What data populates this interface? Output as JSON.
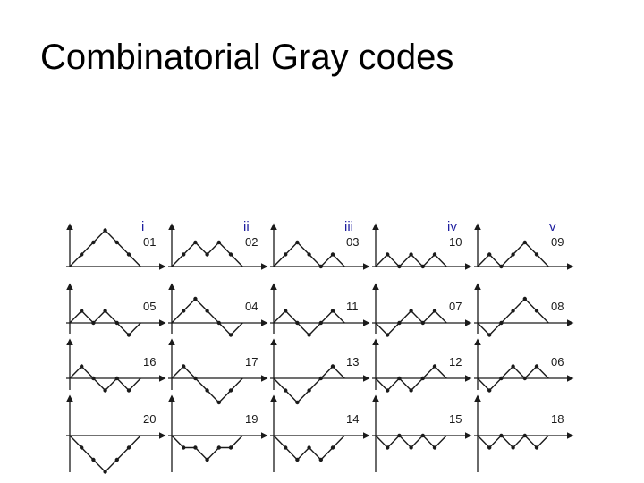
{
  "slide": {
    "title": "Combinatorial Gray codes"
  },
  "colors": {
    "column_label": "#1f1f9f",
    "ink": "#1a1a1a"
  },
  "columns": [
    {
      "label": "i",
      "cells": [
        {
          "id": "01",
          "path": [
            0,
            1,
            2,
            3,
            2,
            1,
            0
          ]
        },
        {
          "id": "05",
          "path": [
            0,
            1,
            0,
            1,
            0,
            -1,
            0
          ]
        },
        {
          "id": "16",
          "path": [
            0,
            1,
            0,
            -1,
            0,
            -1,
            0
          ]
        },
        {
          "id": "20",
          "path": [
            0,
            -1,
            -2,
            -3,
            -2,
            -1,
            0
          ]
        }
      ]
    },
    {
      "label": "ii",
      "cells": [
        {
          "id": "02",
          "path": [
            0,
            1,
            2,
            1,
            2,
            1,
            0
          ]
        },
        {
          "id": "04",
          "path": [
            0,
            1,
            2,
            1,
            0,
            -1,
            0
          ]
        },
        {
          "id": "17",
          "path": [
            0,
            1,
            0,
            -1,
            -2,
            -1,
            0
          ]
        },
        {
          "id": "19",
          "path": [
            0,
            -1,
            -1,
            -2,
            -1,
            -1,
            0
          ]
        }
      ]
    },
    {
      "label": "iii",
      "cells": [
        {
          "id": "03",
          "path": [
            0,
            1,
            2,
            1,
            0,
            1,
            0
          ]
        },
        {
          "id": "11",
          "path": [
            0,
            1,
            0,
            -1,
            0,
            1,
            0
          ]
        },
        {
          "id": "13",
          "path": [
            0,
            -1,
            -2,
            -1,
            0,
            1,
            0
          ]
        },
        {
          "id": "14",
          "path": [
            0,
            -1,
            -2,
            -1,
            -2,
            -1,
            0
          ]
        }
      ]
    },
    {
      "label": "iv",
      "cells": [
        {
          "id": "10",
          "path": [
            0,
            1,
            0,
            1,
            0,
            1,
            0
          ]
        },
        {
          "id": "07",
          "path": [
            0,
            -1,
            0,
            1,
            0,
            1,
            0
          ]
        },
        {
          "id": "12",
          "path": [
            0,
            -1,
            0,
            -1,
            0,
            1,
            0
          ]
        },
        {
          "id": "15",
          "path": [
            0,
            -1,
            0,
            -1,
            0,
            -1,
            0
          ]
        }
      ]
    },
    {
      "label": "v",
      "cells": [
        {
          "id": "09",
          "path": [
            0,
            1,
            0,
            1,
            2,
            1,
            0
          ]
        },
        {
          "id": "08",
          "path": [
            0,
            -1,
            0,
            1,
            2,
            1,
            0
          ]
        },
        {
          "id": "06",
          "path": [
            0,
            -1,
            0,
            1,
            0,
            1,
            0
          ]
        },
        {
          "id": "18",
          "path": [
            0,
            -1,
            0,
            -1,
            0,
            -1,
            0
          ]
        }
      ]
    }
  ]
}
